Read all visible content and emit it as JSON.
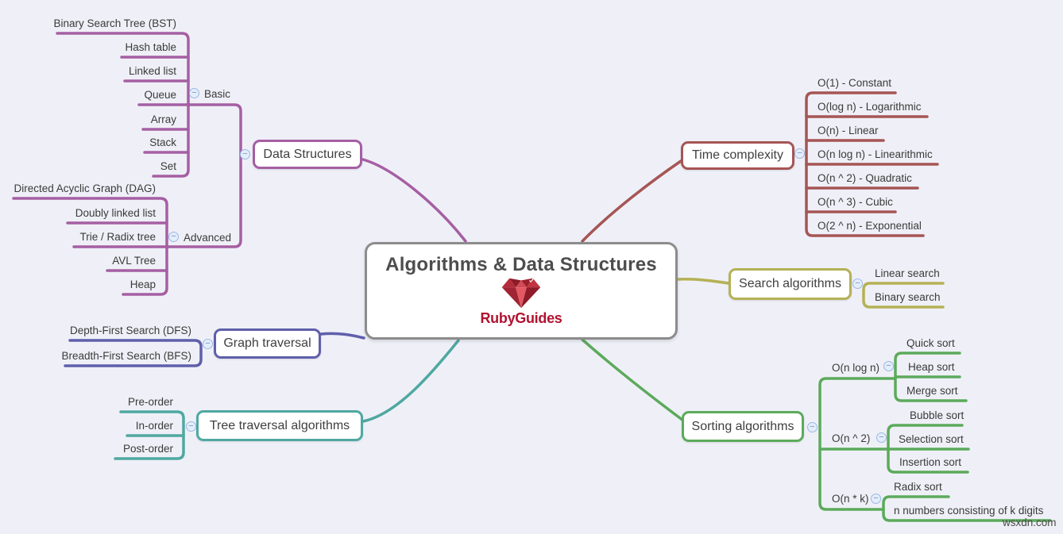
{
  "center": {
    "title": "Algorithms & Data Structures",
    "logo_text": "RubyGuides"
  },
  "watermark": "wsxdn.com",
  "colors": {
    "background": "#eff0f7",
    "purple": "#a55fa3",
    "brick": "#a65555",
    "olive": "#b5b156",
    "green": "#5caa5c",
    "indigo": "#5f5fab",
    "teal": "#4fa8a1",
    "center_border": "#8c8c8c",
    "logo_red": "#b1122f"
  },
  "branches": {
    "data_structures": {
      "label": "Data Structures",
      "basic": {
        "label": "Basic",
        "items": [
          "Binary Search Tree (BST)",
          "Hash table",
          "Linked list",
          "Queue",
          "Array",
          "Stack",
          "Set"
        ]
      },
      "advanced": {
        "label": "Advanced",
        "items": [
          "Directed Acyclic Graph (DAG)",
          "Doubly linked list",
          "Trie / Radix tree",
          "AVL Tree",
          "Heap"
        ]
      }
    },
    "time_complexity": {
      "label": "Time complexity",
      "items": [
        "O(1) - Constant",
        "O(log n) - Logarithmic",
        "O(n) - Linear",
        "O(n log n) - Linearithmic",
        "O(n ^ 2) - Quadratic",
        "O(n ^ 3) - Cubic",
        "O(2 ^ n) - Exponential"
      ]
    },
    "search": {
      "label": "Search algorithms",
      "items": [
        "Linear search",
        "Binary search"
      ]
    },
    "sorting": {
      "label": "Sorting algorithms",
      "groups": [
        {
          "label": "O(n log n)",
          "items": [
            "Quick sort",
            "Heap sort",
            "Merge sort"
          ]
        },
        {
          "label": "O(n ^ 2)",
          "items": [
            "Bubble sort",
            "Selection sort",
            "Insertion sort"
          ]
        },
        {
          "label": "O(n * k)",
          "items": [
            "Radix sort",
            "n numbers consisting of k digits"
          ]
        }
      ]
    },
    "graph": {
      "label": "Graph traversal",
      "items": [
        "Depth-First Search (DFS)",
        "Breadth-First Search (BFS)"
      ]
    },
    "tree": {
      "label": "Tree traversal algorithms",
      "items": [
        "Pre-order",
        "In-order",
        "Post-order"
      ]
    }
  }
}
